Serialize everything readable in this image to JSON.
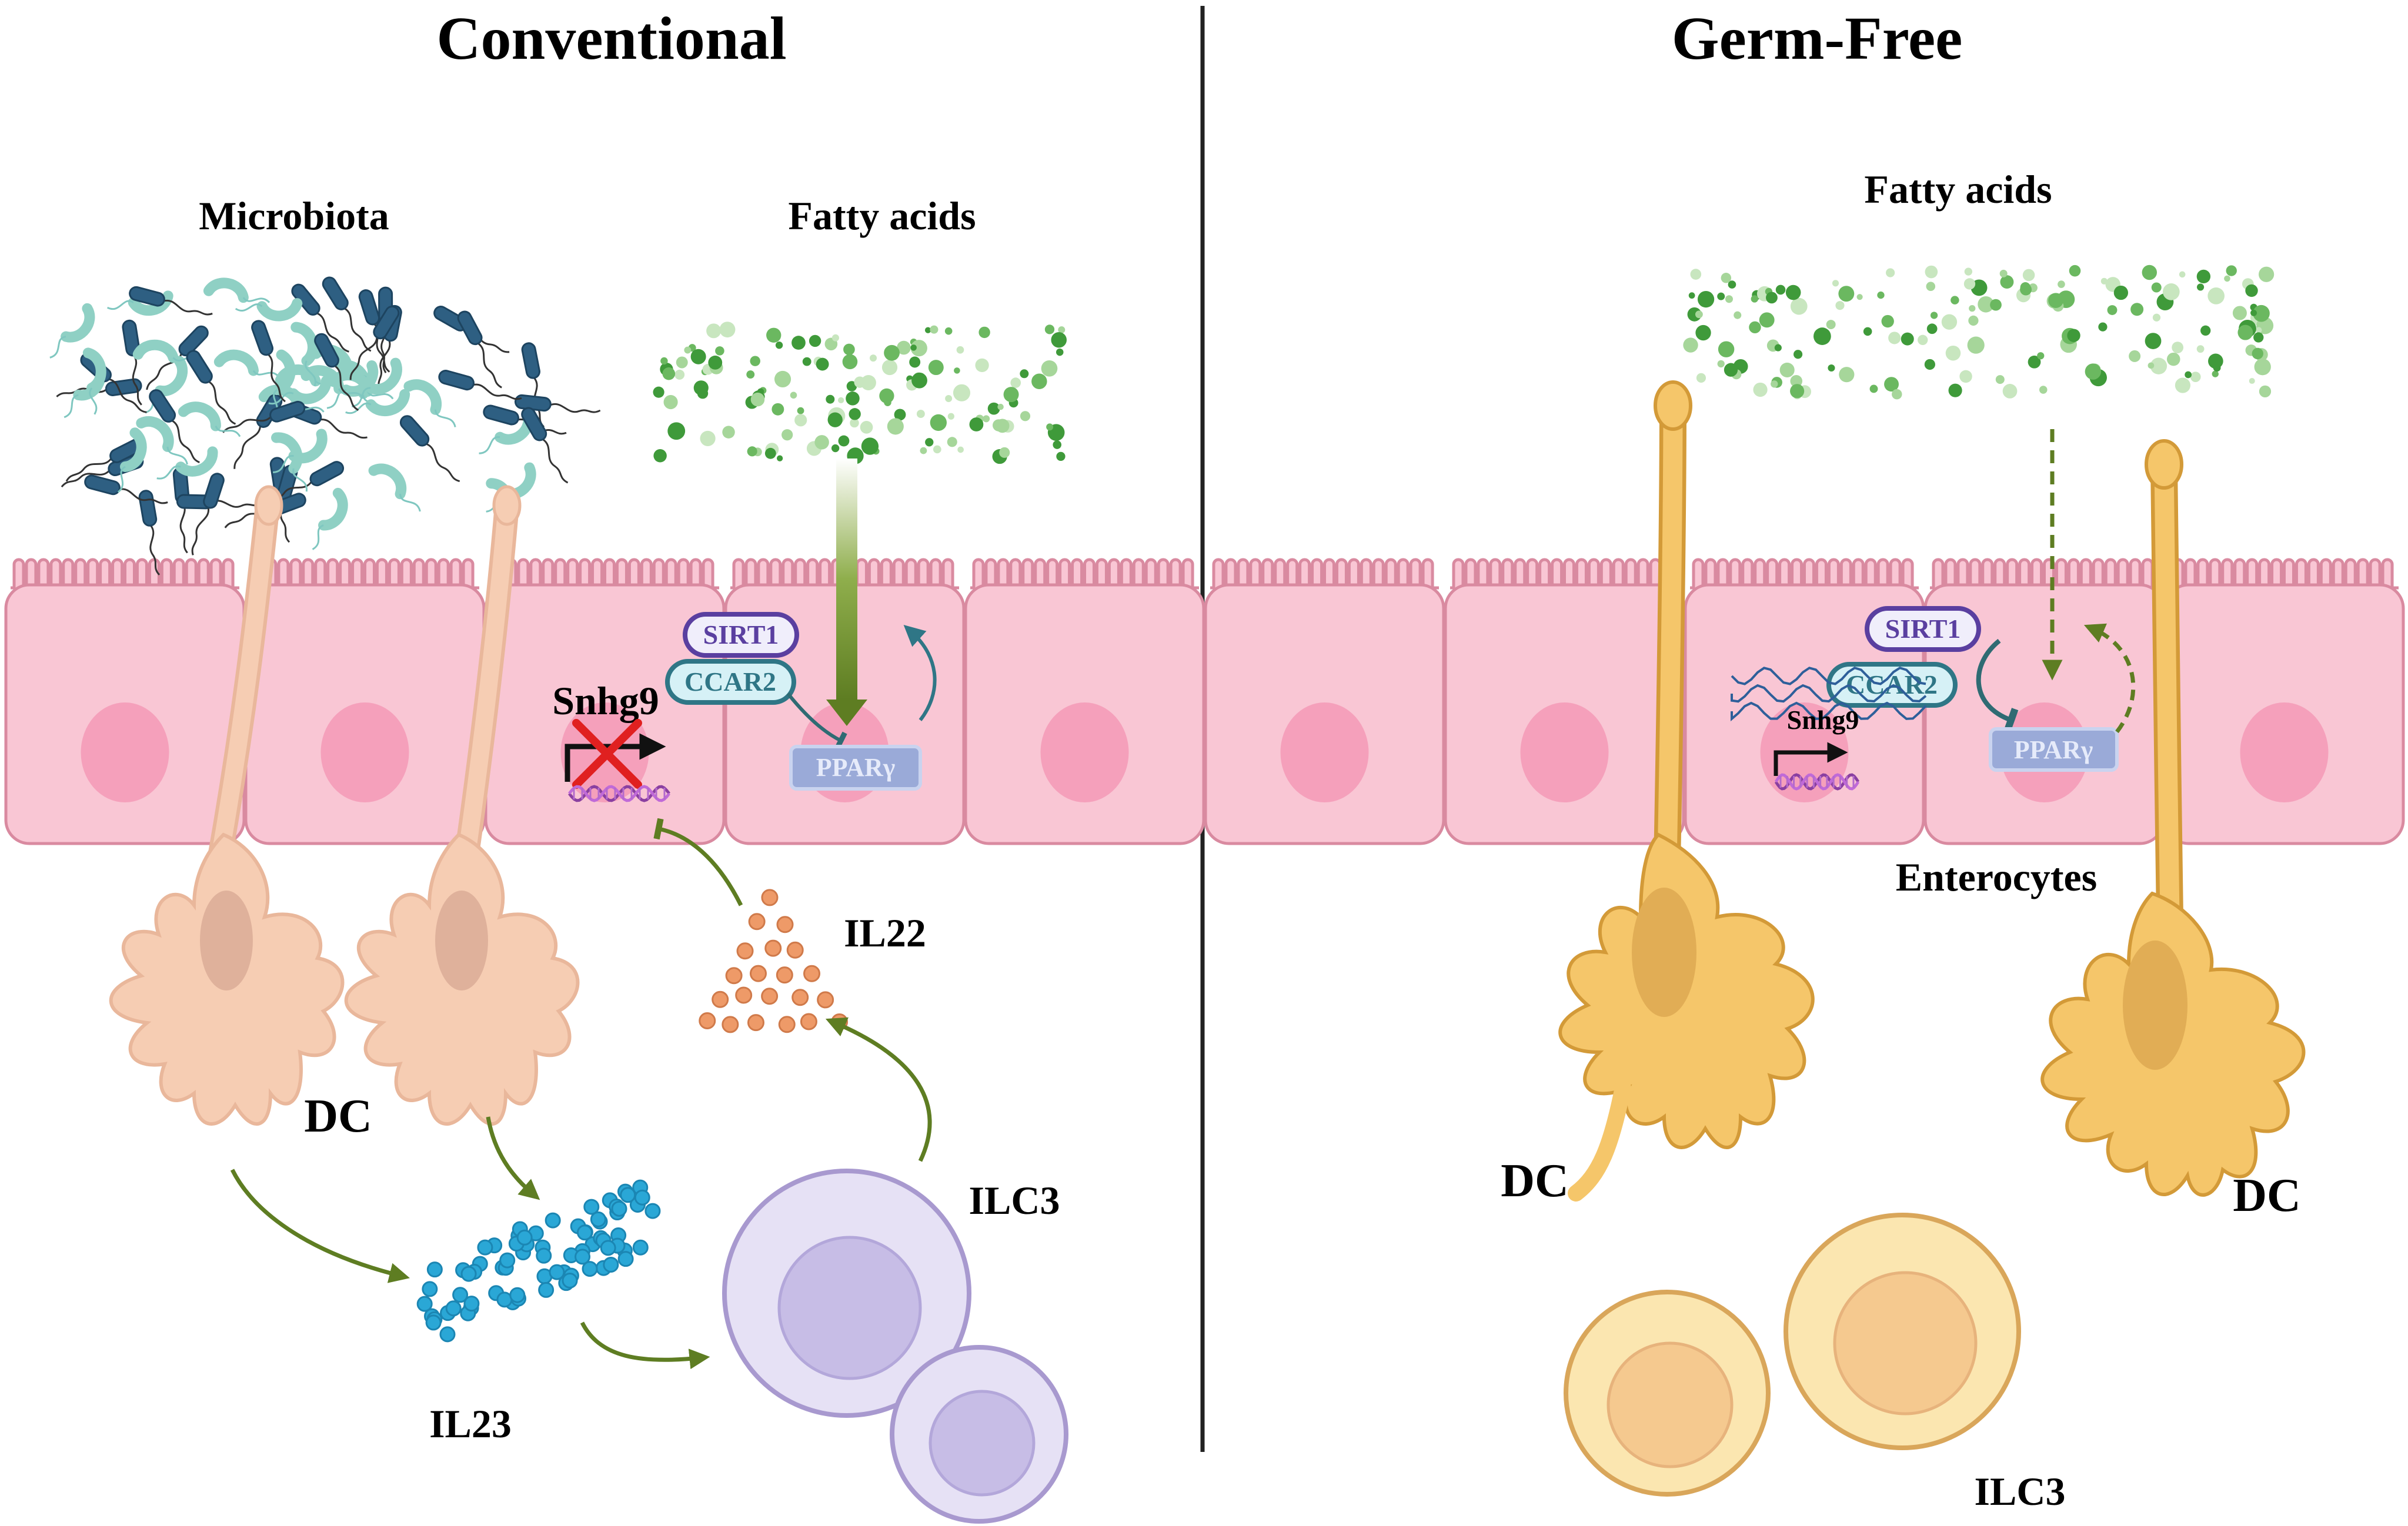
{
  "panels": {
    "left_title": "Conventional",
    "right_title": "Germ-Free"
  },
  "labels": {
    "microbiota": "Microbiota",
    "fatty_acids_left": "Fatty acids",
    "fatty_acids_right": "Fatty acids",
    "sirt1_left": "SIRT1",
    "ccar2_left": "CCAR2",
    "snhg9_left": "Snhg9",
    "ppar_left": "PPARγ",
    "il22": "IL22",
    "dc_left": "DC",
    "il23": "IL23",
    "ilc3_left": "ILC3",
    "sirt1_right": "SIRT1",
    "ccar2_right": "CCAR2",
    "snhg9_right": "Snhg9",
    "ppar_right": "PPARγ",
    "enterocytes": "Enterocytes",
    "dc_right_1": "DC",
    "dc_right_2": "DC",
    "ilc3_right": "ILC3"
  },
  "colors": {
    "cell_fill": "#f9c6d4",
    "cell_stroke": "#d98aa0",
    "nucleus": "#f5a0bb",
    "dc_conventional": "#f6cdb3",
    "dc_germfree": "#f5c66a",
    "arrow_green": "#5e7d22",
    "il22_dots": "#ee9a68",
    "il23_dots": "#2aa7d6",
    "ilc3_conventional": "#d9d3ee",
    "ilc3_germfree": "#fbe6b0",
    "divider": "#222222"
  },
  "icons": [
    "bacteria-icon",
    "dna-icon",
    "inhibition-cross-icon",
    "transcription-arrow-icon"
  ]
}
